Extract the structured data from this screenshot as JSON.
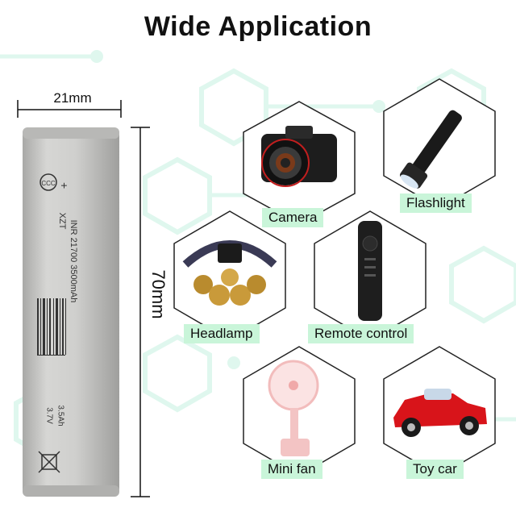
{
  "title": "Wide Application",
  "battery": {
    "width_label": "21mm",
    "height_label": "70mm",
    "model": "INR 21700 3500mAh",
    "brand": "XZT",
    "capacity": "3.5Ah",
    "voltage": "3.7V",
    "body_color": "#c9c9c7"
  },
  "applications": [
    {
      "label": "Camera",
      "icon": "camera-icon"
    },
    {
      "label": "Flashlight",
      "icon": "flashlight-icon"
    },
    {
      "label": "Headlamp",
      "icon": "headlamp-icon"
    },
    {
      "label": "Remote control",
      "icon": "remote-control-icon"
    },
    {
      "label": "Mini fan",
      "icon": "mini-fan-icon"
    },
    {
      "label": "Toy car",
      "icon": "toy-car-icon"
    }
  ],
  "colors": {
    "tag_background": "#c9f5d9",
    "hex_outline": "#222222",
    "background_pattern": "#dff7ee"
  }
}
